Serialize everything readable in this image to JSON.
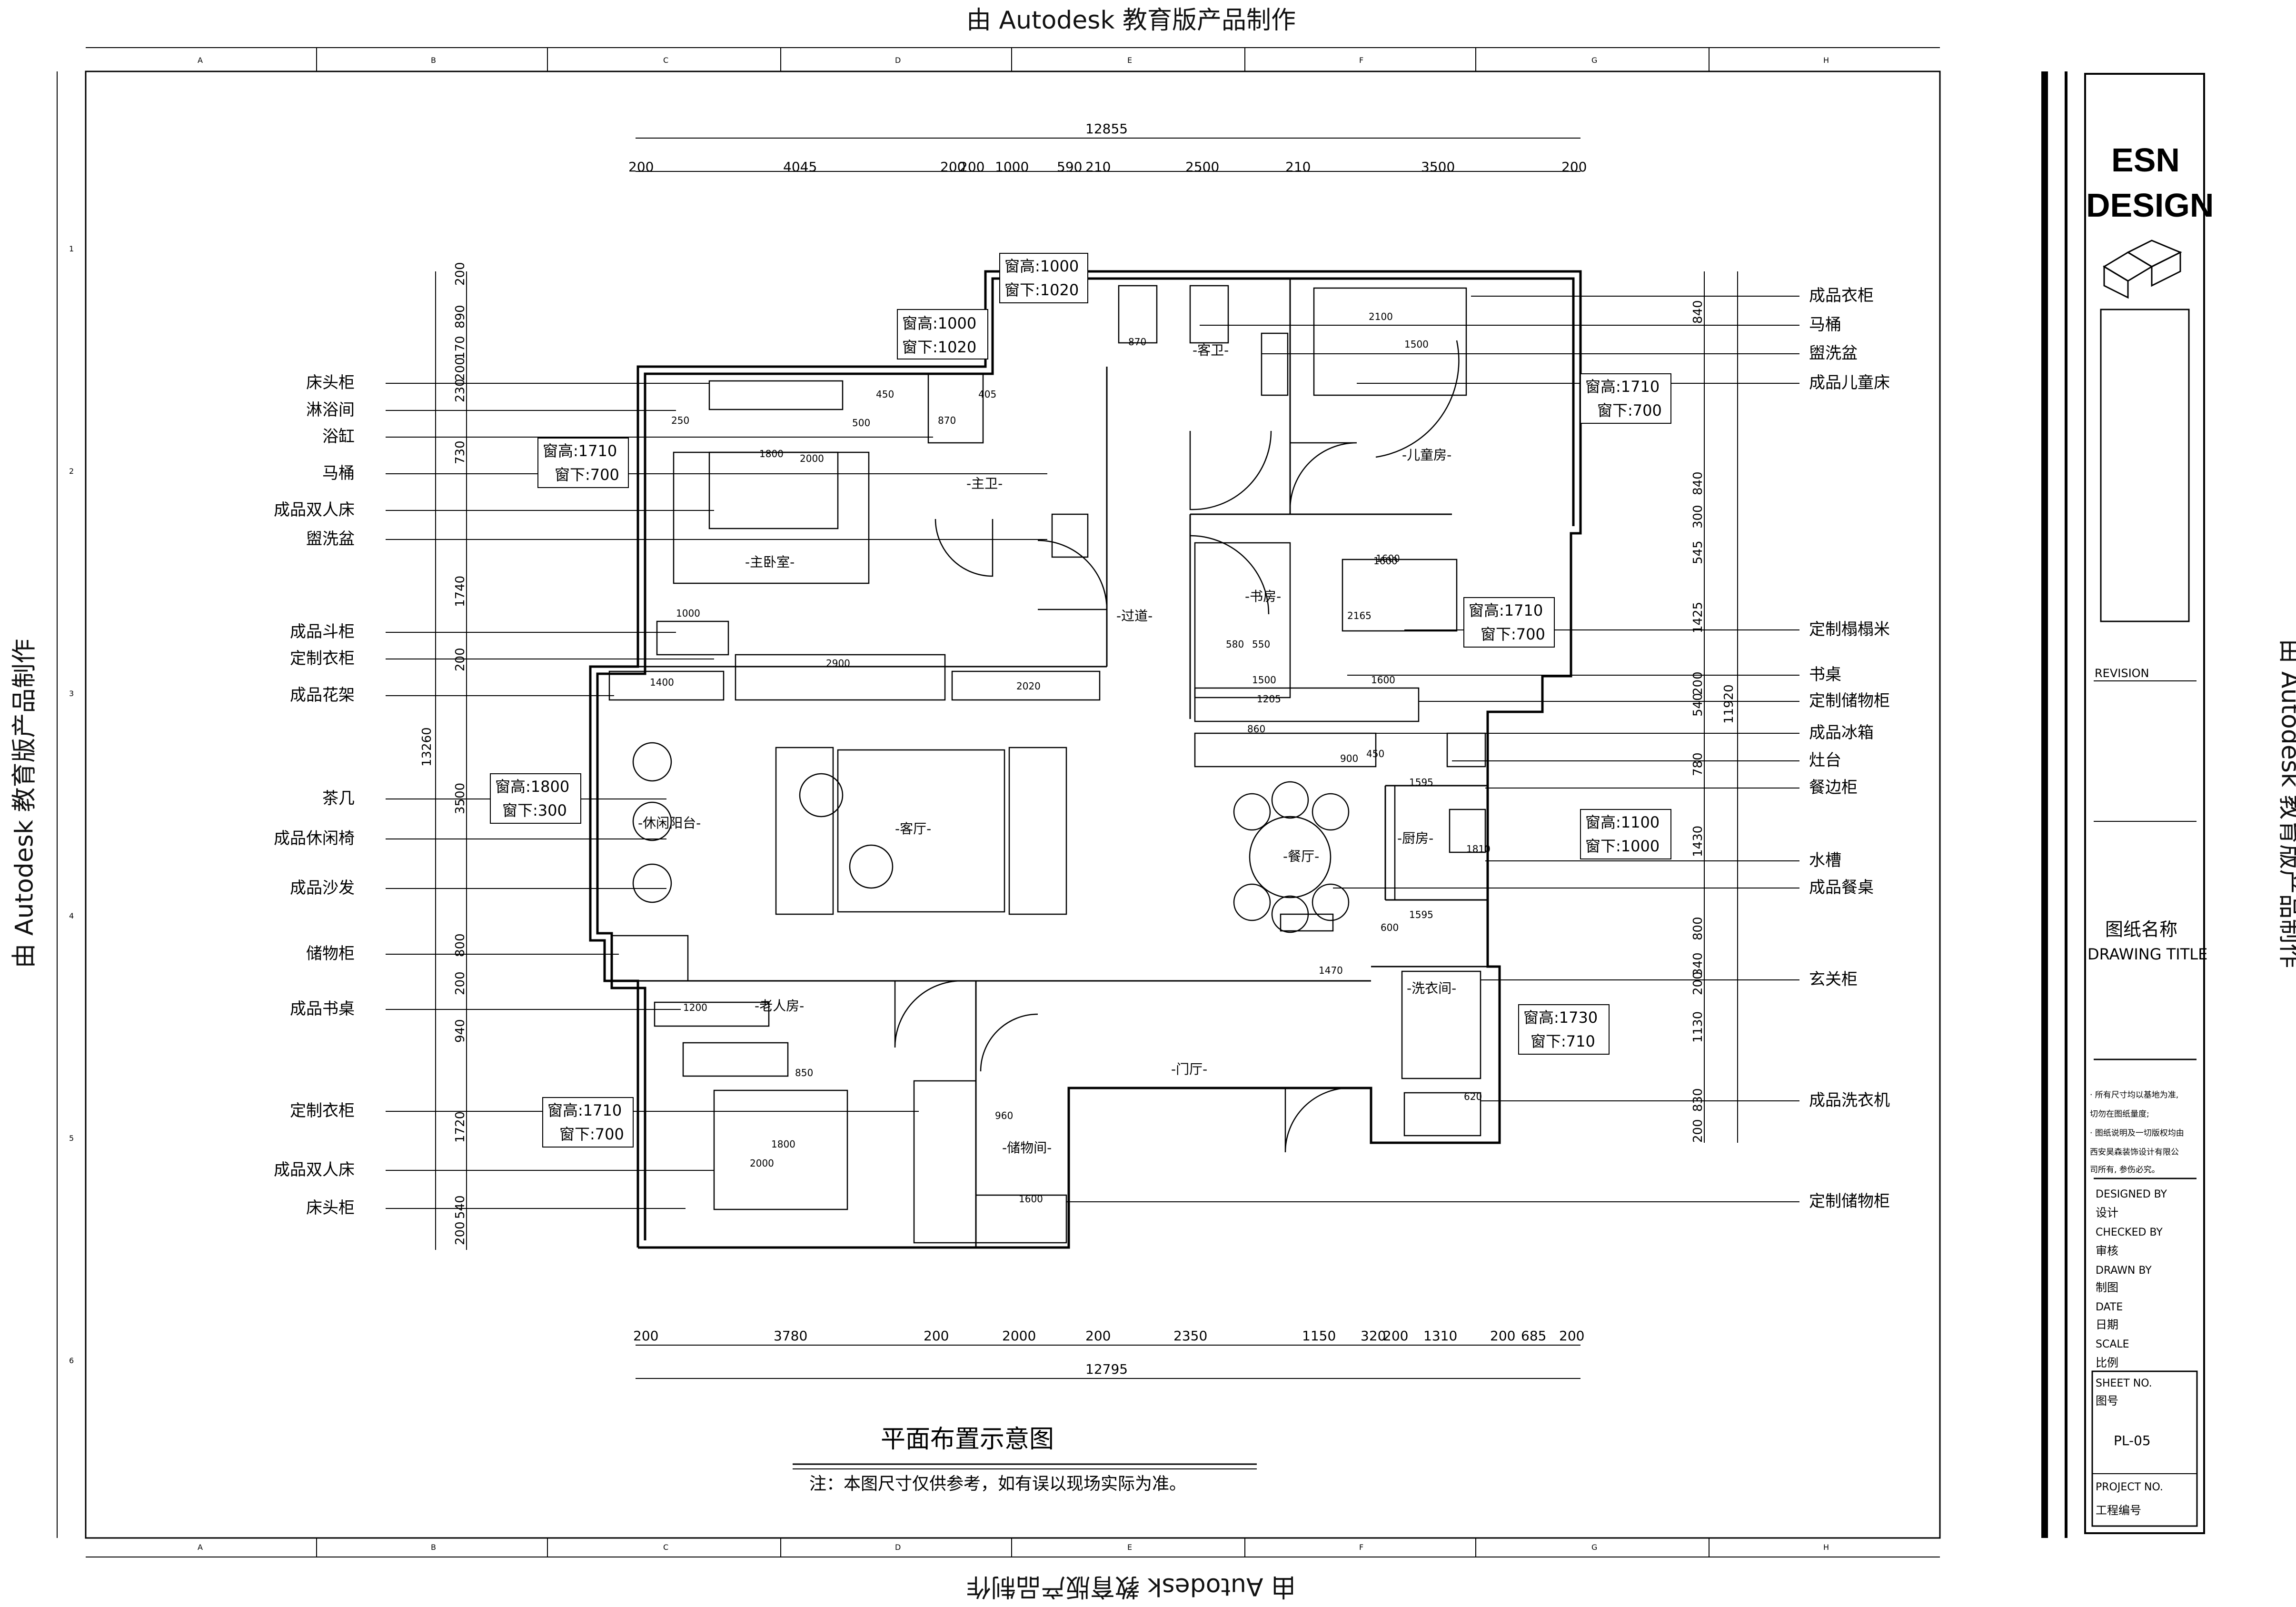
{
  "stamp_text": "由 Autodesk 教育版产品制作",
  "grid_columns": [
    "A",
    "B",
    "C",
    "D",
    "E",
    "F",
    "G",
    "H"
  ],
  "grid_rows": [
    "1",
    "2",
    "3",
    "4",
    "5",
    "6"
  ],
  "dims_top": {
    "total": "12855",
    "segments": [
      "200",
      "4045",
      "200",
      "200",
      "1000",
      "590",
      "210",
      "2500",
      "210",
      "3500",
      "200"
    ]
  },
  "dims_bottom": {
    "total": "12795",
    "segments": [
      "200",
      "3780",
      "200",
      "2000",
      "200",
      "2350",
      "1150",
      "320",
      "200",
      "1310",
      "200",
      "685",
      "200"
    ]
  },
  "dims_left": {
    "total": "13260",
    "segments": [
      "200",
      "890",
      "170",
      "200",
      "230",
      "730",
      "1740",
      "200",
      "3500",
      "800",
      "200",
      "940",
      "1720",
      "540",
      "200"
    ]
  },
  "dims_right": {
    "total": "11920",
    "segments": [
      "840",
      "840",
      "300",
      "545",
      "1425",
      "200",
      "540",
      "780",
      "1430",
      "800",
      "340",
      "200",
      "1130",
      "830",
      "200"
    ]
  },
  "rooms": {
    "master": "-主卧室-",
    "master_bath": "-主卫-",
    "guest_bath": "-客卫-",
    "child": "-儿童房-",
    "corridor": "-过道-",
    "study": "-书房-",
    "living": "-客厅-",
    "balcony": "-休闲阳台-",
    "dining": "-餐厅-",
    "kitchen": "-厨房-",
    "elderly": "-老人房-",
    "entry": "-门厅-",
    "storage": "-储物间-",
    "laundry": "-洗衣间-"
  },
  "window_notes": [
    {
      "h": "窗高:1000",
      "s": "窗下:1020"
    },
    {
      "h": "窗高:1000",
      "s": "窗下:1020"
    },
    {
      "h": "窗高:1710",
      "s": "窗下:700"
    },
    {
      "h": "窗高:1710",
      "s": "窗下:700"
    },
    {
      "h": "窗高:1710",
      "s": "窗下:700"
    },
    {
      "h": "窗高:1800",
      "s": "窗下:300"
    },
    {
      "h": "窗高:1100",
      "s": "窗下:1000"
    },
    {
      "h": "窗高:1730",
      "s": "窗下:710"
    },
    {
      "h": "窗高:1710",
      "s": "窗下:700"
    }
  ],
  "left_labels": [
    "床头柜",
    "淋浴间",
    "浴缸",
    "马桶",
    "成品双人床",
    "盥洗盆",
    "成品斗柜",
    "定制衣柜",
    "成品花架",
    "茶几",
    "成品休闲椅",
    "成品沙发",
    "储物柜",
    "成品书桌",
    "定制衣柜",
    "成品双人床",
    "床头柜"
  ],
  "right_labels": [
    "成品衣柜",
    "马桶",
    "盥洗盆",
    "成品儿童床",
    "定制榻榻米",
    "书桌",
    "定制储物柜",
    "成品冰箱",
    "灶台",
    "餐边柜",
    "水槽",
    "成品餐桌",
    "玄关柜",
    "成品洗衣机",
    "定制储物柜"
  ],
  "furniture_dims": [
    "1800",
    "2000",
    "1000",
    "2900",
    "2020",
    "1400",
    "1500",
    "1600",
    "1205",
    "1600",
    "1595",
    "1595",
    "1810",
    "1470",
    "1200",
    "1800",
    "2000",
    "1600",
    "2100",
    "1500",
    "1600",
    "2165",
    "900",
    "450",
    "600",
    "620",
    "870",
    "405",
    "870",
    "500",
    "250",
    "450",
    "550",
    "580",
    "860",
    "960",
    "850"
  ],
  "title": {
    "main": "平面布置示意图",
    "note": "注：本图尺寸仅供参考，如有误以现场实际为准。"
  },
  "title_block": {
    "brand_line1": "ESN",
    "brand_line2": "DESIGN",
    "revision": "REVISION",
    "drawing_title_cn": "图纸名称",
    "drawing_title_en": "DRAWING TITLE",
    "note1": "· 所有尺寸均以基地为准,",
    "note2": "  切勿在图纸量度;",
    "note3": "· 图纸说明及一切版权均由",
    "note4": "  西安昊森装饰设计有限公",
    "note5": "  司所有, 参伤必究。",
    "designed_en": "DESIGNED BY",
    "designed_cn": "设计",
    "checked_en": "CHECKED BY",
    "checked_cn": "审核",
    "drawn_en": "DRAWN BY",
    "drawn_cn": "制图",
    "date_en": "DATE",
    "date_cn": "日期",
    "scale_en": "SCALE",
    "scale_cn": "比例",
    "sheet_en": "SHEET  NO.",
    "sheet_cn": "图号",
    "sheet_no": "PL-05",
    "project_en": "PROJECT  NO.",
    "project_cn": "工程编号"
  }
}
